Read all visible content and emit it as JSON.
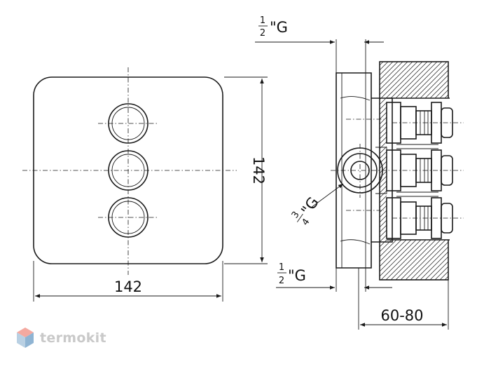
{
  "dimensions": {
    "faceplate_width": "142",
    "faceplate_height": "142",
    "wall_depth": "60-80"
  },
  "connections": {
    "top": {
      "numerator": "1",
      "denominator": "2",
      "suffix": "\"G"
    },
    "bottom": {
      "numerator": "1",
      "denominator": "2",
      "suffix": "\"G"
    },
    "side": {
      "numerator": "3",
      "denominator": "4",
      "suffix": "\"G"
    }
  },
  "branding": {
    "logo_text": "termokit",
    "logo_icon": "hexagon-logo-icon",
    "logo_text_color": "#c9c9c9",
    "logo_colors": [
      "#f4a9a0",
      "#ee7f72",
      "#b9d0e3",
      "#8fb4d3"
    ]
  }
}
